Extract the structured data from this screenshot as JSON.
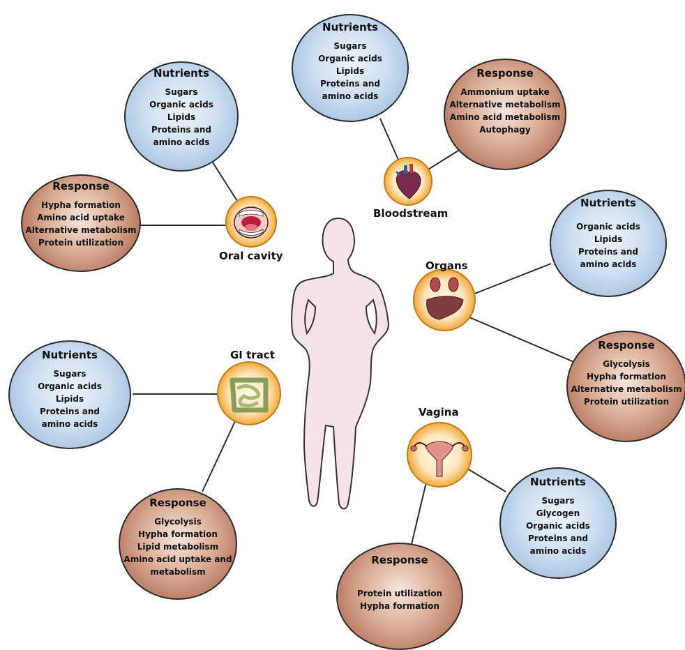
{
  "sites": [
    {
      "id": "oral",
      "label": "Oral cavity",
      "icon": "mouth-icon",
      "nutrients": {
        "title": "Nutrients",
        "items": [
          "Sugars",
          "Organic acids",
          "Lipids",
          "Proteins and",
          "amino acids"
        ]
      },
      "response": {
        "title": "Response",
        "items": [
          "Hypha formation",
          "Amino acid uptake",
          "Alternative metabolism",
          "Protein utilization"
        ]
      }
    },
    {
      "id": "blood",
      "label": "Bloodstream",
      "icon": "heart-icon",
      "nutrients": {
        "title": "Nutrients",
        "items": [
          "Sugars",
          "Organic acids",
          "Lipids",
          "Proteins and",
          "amino acids"
        ]
      },
      "response": {
        "title": "Response",
        "items": [
          "Ammonium uptake",
          "Alternative metabolism",
          "Amino acid metabolism",
          "Autophagy"
        ]
      }
    },
    {
      "id": "organs",
      "label": "Organs",
      "icon": "kidneys-liver-icon",
      "nutrients": {
        "title": "Nutrients",
        "items": [
          "Organic acids",
          "Lipids",
          "Proteins and",
          "amino acids"
        ]
      },
      "response": {
        "title": "Response",
        "items": [
          "Glycolysis",
          "Hypha formation",
          "Alternative metabolism",
          "Protein utilization"
        ]
      }
    },
    {
      "id": "gi",
      "label": "GI tract",
      "icon": "intestine-icon",
      "nutrients": {
        "title": "Nutrients",
        "items": [
          "Sugars",
          "Organic acids",
          "Lipids",
          "Proteins and",
          "amino acids"
        ]
      },
      "response": {
        "title": "Response",
        "items": [
          "Glycolysis",
          "Hypha formation",
          "Lipid metabolism",
          "Amino acid uptake and",
          "metabolism"
        ]
      }
    },
    {
      "id": "vagina",
      "label": "Vagina",
      "icon": "uterus-icon",
      "nutrients": {
        "title": "Nutrients",
        "items": [
          "Sugars",
          "Glycogen",
          "Organic acids",
          "Proteins and",
          "amino acids"
        ]
      },
      "response": {
        "title": "Response",
        "items": [
          "Protein utilization",
          "Hypha formation"
        ]
      }
    }
  ],
  "colors": {
    "nutrients": "#9db9dc",
    "response": "#b56a4f",
    "site_ring": "#f2b34d",
    "body": "#f6e3ea",
    "outline": "#2b2b2b"
  }
}
